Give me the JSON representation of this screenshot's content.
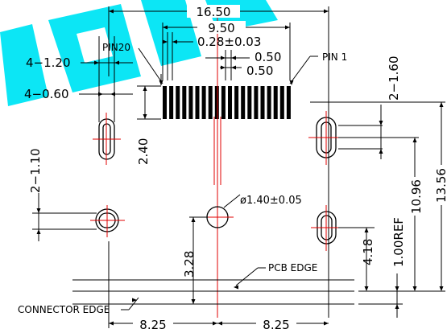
{
  "colors": {
    "watermark": "#00e5f5",
    "centerline": "#e00000",
    "ink": "#000000"
  },
  "watermark": {
    "letters": [
      "B",
      "R",
      "V"
    ]
  },
  "dims": {
    "overall_width": "16.50",
    "pin_span": "9.50",
    "pin_width": "0.28±0.03",
    "pitch_a": "0.50",
    "pitch_b": "0.50",
    "peg_hole_width": "4−1.20",
    "peg_hole_slot": "4−0.60",
    "slot_right": "2−1.60",
    "slot_left": "2−1.10",
    "contact_len": "2.40",
    "center_hole": "ø1.40±0.05",
    "center_hole_offset": "3.28",
    "peg_offset": "4.18",
    "ref_dim": "1.00REF",
    "height_a": "10.96",
    "height_b": "13.56",
    "half_left": "8.25",
    "half_right": "8.25"
  },
  "labels": {
    "pin20": "PIN20",
    "pin1": "PIN 1",
    "pcb_edge": "PCB  EDGE",
    "connector_edge": "CONNECTOR  EDGE"
  },
  "pin_count": 20
}
